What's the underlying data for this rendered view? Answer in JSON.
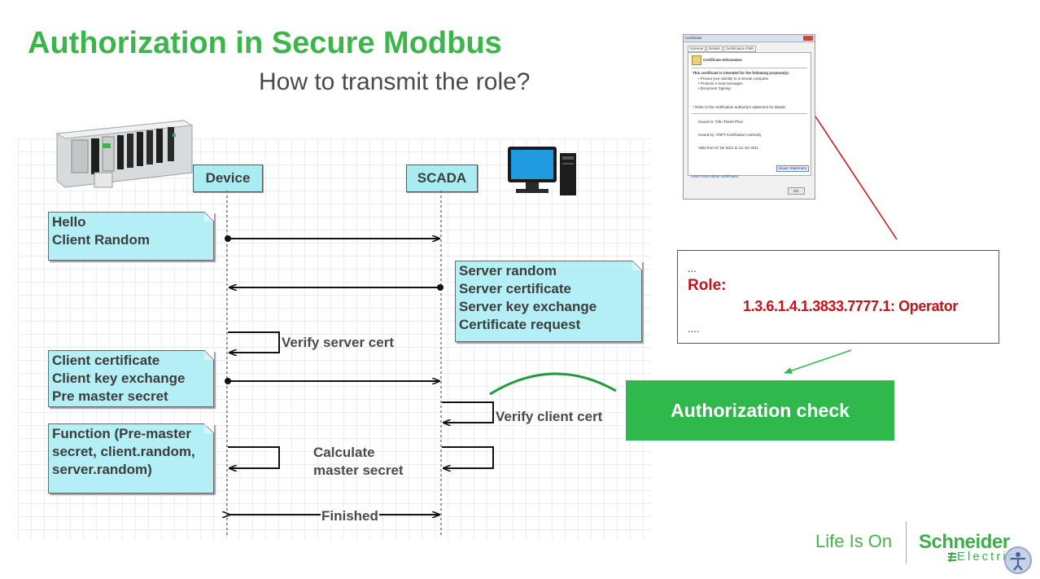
{
  "slide": {
    "title": "Authorization in Secure Modbus",
    "subtitle": "How to transmit the role?"
  },
  "lifelines": {
    "device": "Device",
    "scada": "SCADA"
  },
  "notes": {
    "hello": [
      "Hello",
      "Client Random"
    ],
    "server": [
      "Server random",
      "Server certificate",
      "Server key exchange",
      "Certificate request"
    ],
    "client": [
      "Client certificate",
      "Client key exchange",
      "Pre master secret"
    ],
    "function": [
      "Function (Pre-master",
      "secret, client.random,",
      "server.random)"
    ]
  },
  "labels": {
    "verify_server": "Verify server cert",
    "verify_client": "Verify client cert",
    "calculate": [
      "Calculate",
      "master secret"
    ],
    "finished": "Finished"
  },
  "role_box": {
    "top_ellipsis": "...",
    "role_label": "Role:",
    "role_value": "1.3.6.1.4.1.3833.7777.1: Operator",
    "bottom_ellipsis": "...."
  },
  "auth_check": "Authorization check",
  "certificate": {
    "window_title": "Certificate",
    "tabs": [
      "General",
      "Details",
      "Certification Path"
    ],
    "info_title": "Certificate Information",
    "intended": "This certificate is intended for the following purpose(s):",
    "purposes": [
      "• Proves your identity to a remote computer",
      "• Protects e-mail messages",
      "• Document Signing"
    ],
    "refer": "* Refer to the certification authority's statement for details.",
    "issued_to": "Issued to:   Trần Thanh Phúc",
    "issued_by": "Issued by:   VNPT Certification Authority",
    "valid": "Valid from   8/ 16/ 2011  to   11/ 15/ 2011",
    "issuer_btn": "Issuer Statement",
    "learn": "Learn more about certificates",
    "ok": "OK"
  },
  "branding": {
    "tagline": "Life Is On",
    "company": "Schneider",
    "company_sub": "Electric"
  },
  "colors": {
    "title_green": "#3cb54a",
    "note_cyan": "#b3eff5",
    "role_red": "#c0141b",
    "auth_green": "#2fb84c",
    "connector_red": "#c0141b"
  }
}
